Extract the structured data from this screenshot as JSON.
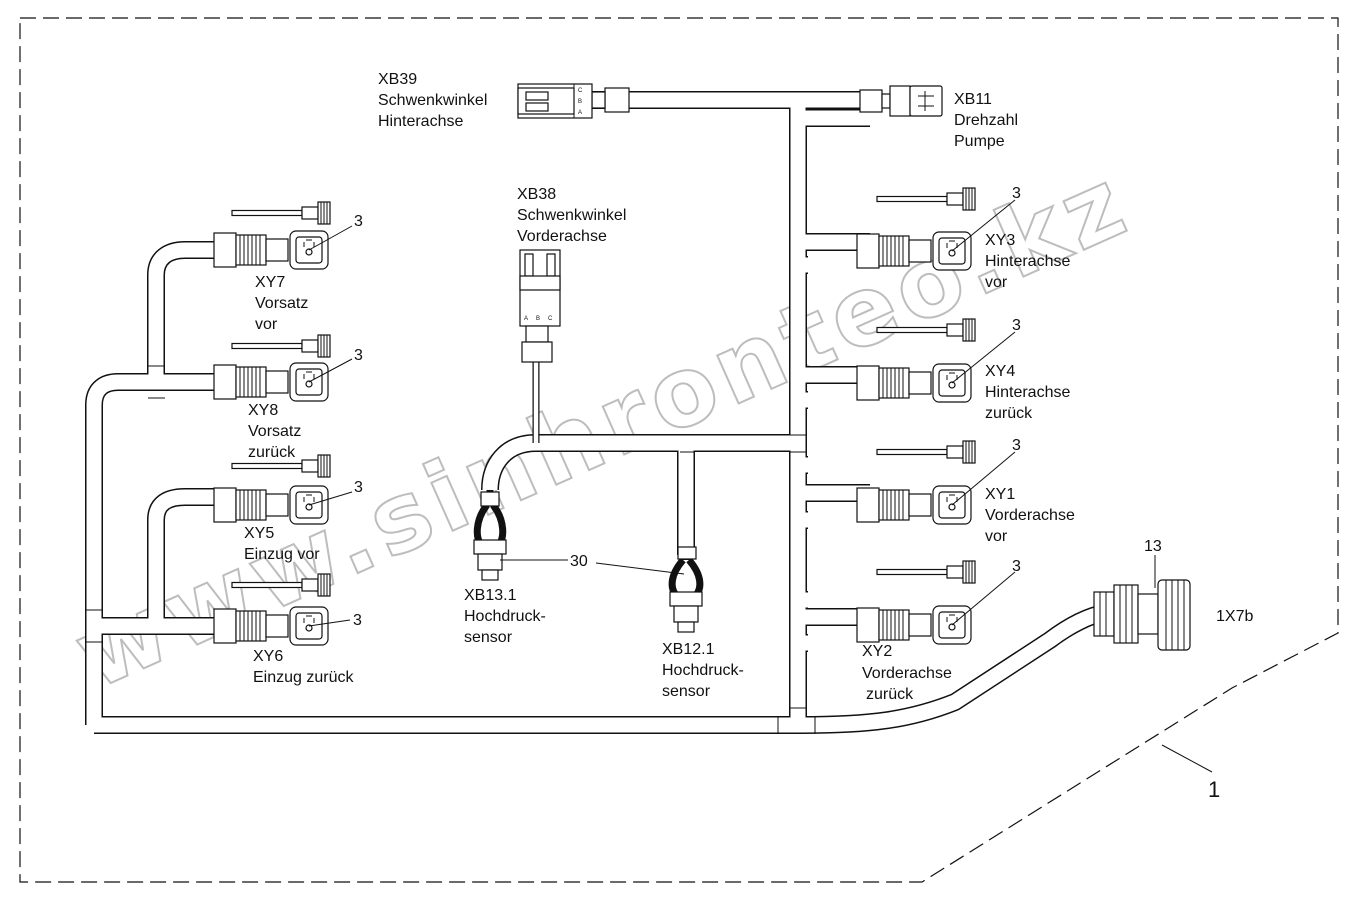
{
  "frame": {
    "label": "1"
  },
  "connectors": {
    "xb39": {
      "id": "XB39",
      "line1": "Schwenkwinkel",
      "line2": "Hinterachse",
      "pins": [
        "C",
        "B",
        "A"
      ]
    },
    "xb11": {
      "id": "XB11",
      "line1": "Drehzahl",
      "line2": "Pumpe"
    },
    "xb38": {
      "id": "XB38",
      "line1": "Schwenkwinkel",
      "line2": "Vorderachse",
      "pins": [
        "A",
        "B",
        "C"
      ]
    },
    "xb13": {
      "id": "XB13.1",
      "line1": "Hochdruck-",
      "line2": "sensor"
    },
    "xb12": {
      "id": "XB12.1",
      "line1": "Hochdruck-",
      "line2": "sensor"
    },
    "x7b": {
      "id": "1X7b"
    }
  },
  "valves": {
    "xy7": {
      "id": "XY7",
      "line1": "Vorsatz",
      "line2": "vor"
    },
    "xy8": {
      "id": "XY8",
      "line1": "Vorsatz",
      "line2": "zurück"
    },
    "xy5": {
      "id": "XY5",
      "line1": "Einzug vor"
    },
    "xy6": {
      "id": "XY6",
      "line1": "Einzug zurück"
    },
    "xy3": {
      "id": "XY3",
      "line1": "Hinterachse",
      "line2": "vor"
    },
    "xy4": {
      "id": "XY4",
      "line1": "Hinterachse",
      "line2": "zurück"
    },
    "xy1": {
      "id": "XY1",
      "line1": "Vorderachse",
      "line2": "vor"
    },
    "xy2": {
      "id": "XY2",
      "line1": "Vorderachse",
      "line2": "zurück"
    }
  },
  "callouts": {
    "plug": "3",
    "clamp": "30",
    "sealing": "13"
  },
  "watermark": {
    "text": "www.sinhronteo.kz"
  }
}
